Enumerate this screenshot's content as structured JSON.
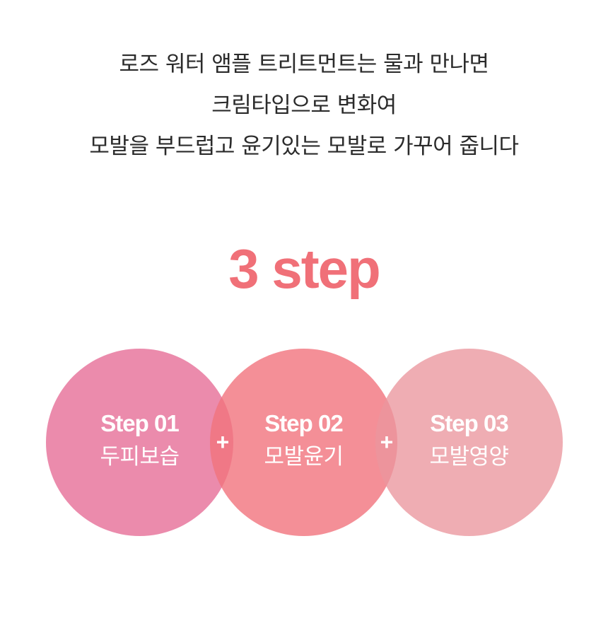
{
  "intro": {
    "lines": [
      "로즈 워터 앰플 트리트먼트는 물과 만나면",
      "크림타입으로 변화여",
      "모발을 부드럽고 윤기있는 모발로 가꾸어 줍니다"
    ]
  },
  "headline": "3 step",
  "steps": [
    {
      "label": "Step 01",
      "desc": "두피보습",
      "color": "#e8779d"
    },
    {
      "label": "Step 02",
      "desc": "모발윤기",
      "color": "#f1737d"
    },
    {
      "label": "Step 03",
      "desc": "모발영양",
      "color": "#eb969d"
    }
  ],
  "plus_symbol": "+",
  "colors": {
    "accent": "#f07078",
    "text": "#2b2b2b",
    "background": "#ffffff"
  }
}
